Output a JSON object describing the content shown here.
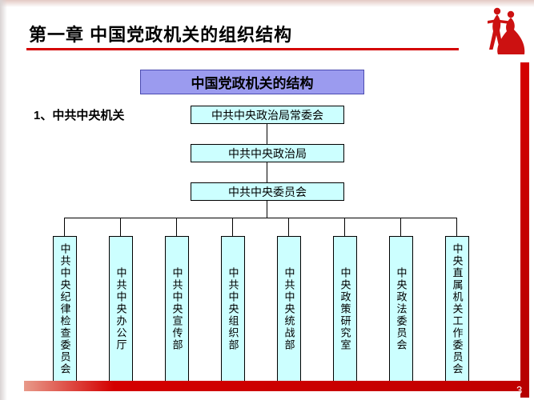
{
  "slide": {
    "title": "第一章 中国党政机关的组织结构",
    "page_number": "3"
  },
  "diagram": {
    "header": "中国党政机关的结构",
    "section_label": "1、中共中央机关",
    "chain": [
      "中共中央政治局常委会",
      "中共中央政治局",
      "中共中央委员会"
    ],
    "children": [
      "中共中央纪律检查委员会",
      "中共中央办公厅",
      "中共中央宣传部",
      "中共中央组织部",
      "中共中央统战部",
      "中央政策研究室",
      "中央政法委员会",
      "中央直属机关工作委员会"
    ]
  },
  "colors": {
    "accent_red": "#d40000",
    "header_fill": "#9b9bef",
    "box_fill": "#ccffff",
    "border": "#000000"
  },
  "icons": {
    "dancing_couple": "dancing-couple-icon"
  }
}
